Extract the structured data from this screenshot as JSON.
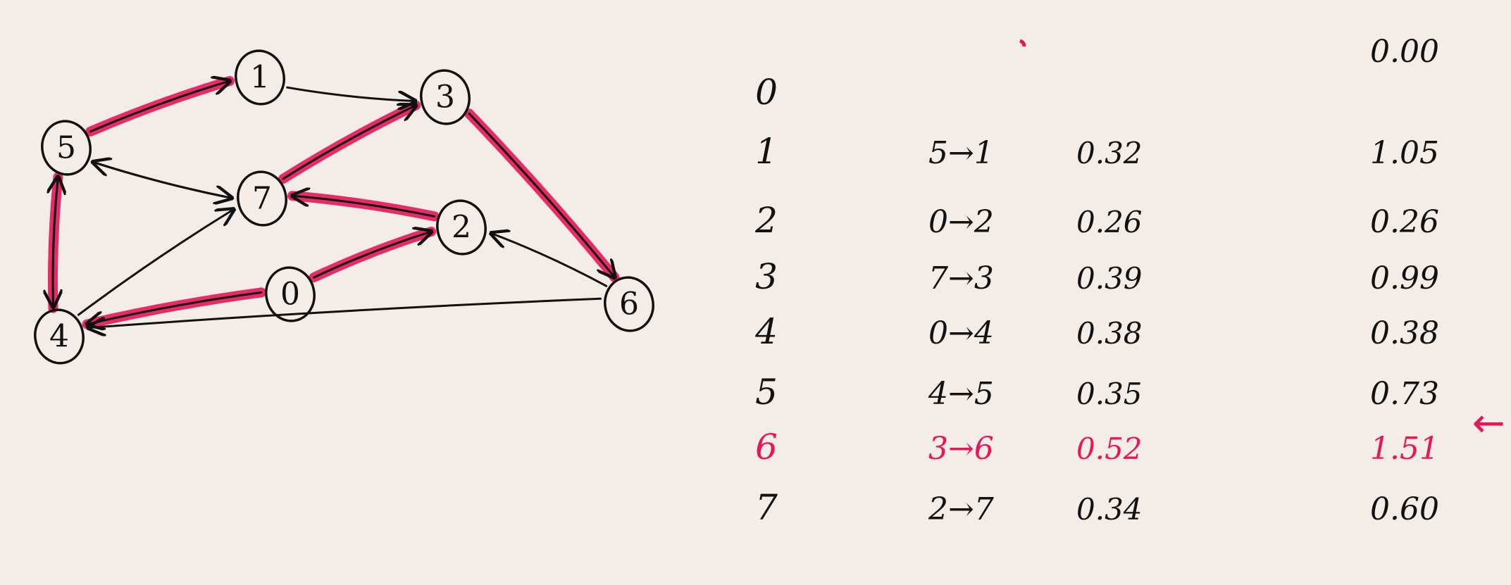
{
  "colors": {
    "background": "#f4ece6",
    "ink": "#111111",
    "highlight": "#e8155a"
  },
  "graph": {
    "nodes": [
      "0",
      "1",
      "2",
      "3",
      "4",
      "5",
      "6",
      "7"
    ],
    "edges": [
      {
        "from": "5",
        "to": "1",
        "highlighted": true
      },
      {
        "from": "1",
        "to": "3",
        "highlighted": false
      },
      {
        "from": "7",
        "to": "5",
        "highlighted": false
      },
      {
        "from": "5",
        "to": "7",
        "highlighted": false
      },
      {
        "from": "7",
        "to": "3",
        "highlighted": true
      },
      {
        "from": "2",
        "to": "7",
        "highlighted": true
      },
      {
        "from": "3",
        "to": "6",
        "highlighted": true
      },
      {
        "from": "6",
        "to": "2",
        "highlighted": false
      },
      {
        "from": "0",
        "to": "2",
        "highlighted": true
      },
      {
        "from": "0",
        "to": "4",
        "highlighted": true
      },
      {
        "from": "4",
        "to": "5",
        "highlighted": true
      },
      {
        "from": "5",
        "to": "4",
        "highlighted": false
      },
      {
        "from": "4",
        "to": "7",
        "highlighted": false
      },
      {
        "from": "6",
        "to": "4",
        "highlighted": false
      }
    ]
  },
  "table": {
    "rows": [
      {
        "index": "0",
        "edge": "",
        "weight": "",
        "dist": "0.00"
      },
      {
        "index": "1",
        "edge": "5→1",
        "weight": "0.32",
        "dist": "1.05"
      },
      {
        "index": "2",
        "edge": "0→2",
        "weight": "0.26",
        "dist": "0.26"
      },
      {
        "index": "3",
        "edge": "7→3",
        "weight": "0.39",
        "dist": "0.99"
      },
      {
        "index": "4",
        "edge": "0→4",
        "weight": "0.38",
        "dist": "0.38"
      },
      {
        "index": "5",
        "edge": "4→5",
        "weight": "0.35",
        "dist": "0.73"
      },
      {
        "index": "6",
        "edge": "3→6",
        "weight": "0.52",
        "dist": "1.51",
        "highlighted": true
      },
      {
        "index": "7",
        "edge": "2→7",
        "weight": "0.34",
        "dist": "0.60"
      }
    ],
    "pointer_arrow": "←"
  }
}
